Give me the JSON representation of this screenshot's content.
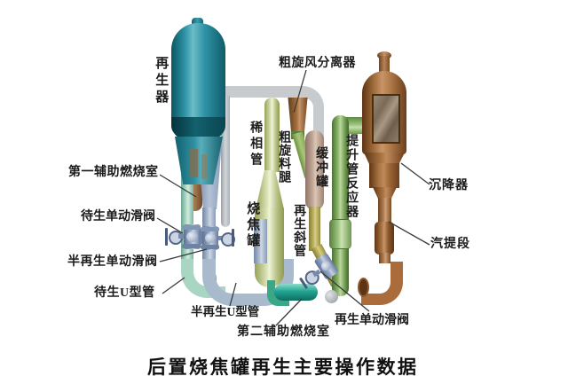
{
  "diagram": {
    "title": "后置烧焦罐再生主要操作数据",
    "labels": {
      "regenerator": "再生器",
      "coarse_cyclone_separator": "粗旋风分离器",
      "dilute_phase_pipe": "稀相管",
      "coarse_cyclone_dipleg": "粗旋料腿",
      "buffer_tank": "缓冲罐",
      "riser_reactor": "提升管反应器",
      "disengager": "沉降器",
      "stripping_section": "汽提段",
      "first_aux_combustion_chamber": "第一辅助燃烧室",
      "spent_single_action_slide_valve": "待生单动滑阀",
      "semi_regen_single_action_slide_valve": "半再生单动滑阀",
      "spent_u_pipe": "待生U型管",
      "semi_regen_u_pipe": "半再生U型管",
      "second_aux_combustion_chamber": "第二辅助燃烧室",
      "regen_single_action_slide_valve": "再生单动滑阀",
      "coke_burning_tank": "烧焦罐",
      "regen_inclined_pipe": "再生斜管"
    },
    "colors": {
      "regenerator_teal": "#2d93a4",
      "disengager_copper": "#b5804e",
      "coke_burner_pale": "#d6deb0",
      "riser_green": "#9cc47e",
      "buffer_tan": "#c9afa0",
      "capsule_teal": "#23a493",
      "valve_blue": "#8ea0bf",
      "pipe_gray": "#c7cbce",
      "spent_pipe_teal": "#a9d6c2",
      "semi_regen_pipe_blue": "#a9bacd",
      "inclined_pipe_olive": "#c4bc68",
      "cyclone_brown": "#a4703e"
    }
  }
}
